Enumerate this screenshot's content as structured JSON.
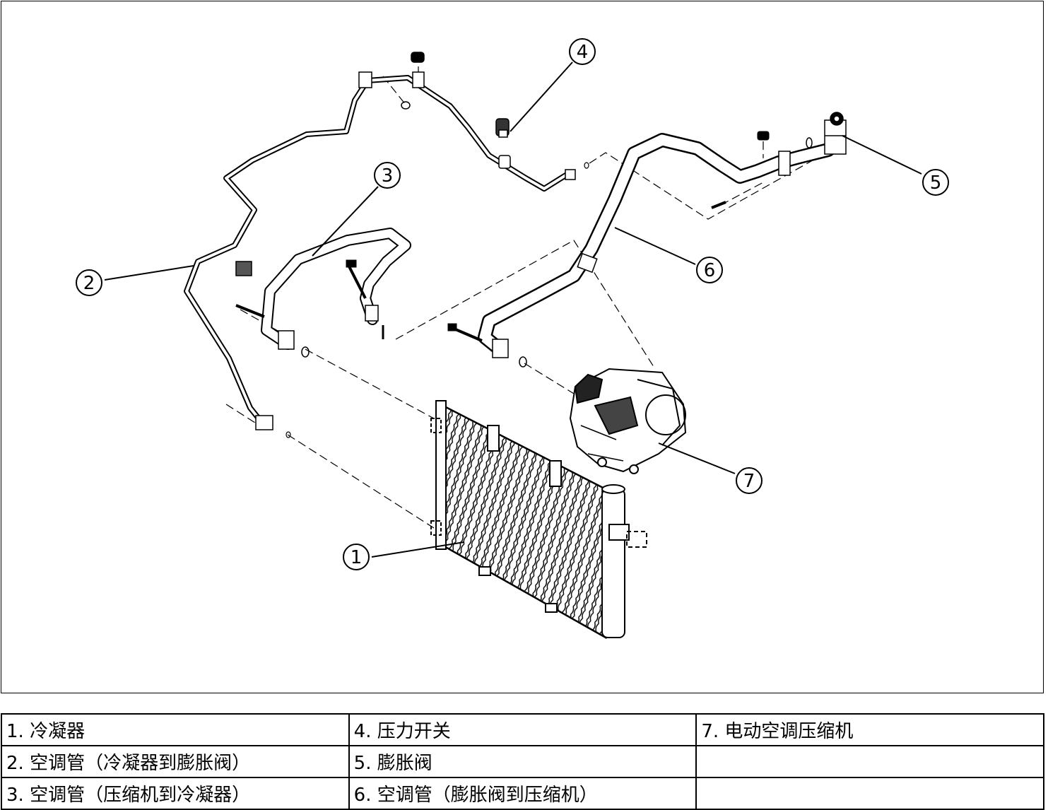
{
  "callouts": [
    {
      "num": "1"
    },
    {
      "num": "2"
    },
    {
      "num": "3"
    },
    {
      "num": "4"
    },
    {
      "num": "5"
    },
    {
      "num": "6"
    },
    {
      "num": "7"
    }
  ],
  "legend": [
    [
      "1. 冷凝器",
      "4. 压力开关",
      "7. 电动空调压缩机"
    ],
    [
      "2. 空调管（冷凝器到膨胀阀）",
      "5. 膨胀阀",
      ""
    ],
    [
      "3. 空调管（压缩机到冷凝器）",
      "6. 空调管（膨胀阀到压缩机）",
      ""
    ]
  ],
  "colors": {
    "line": "#000000",
    "background": "#ffffff"
  }
}
